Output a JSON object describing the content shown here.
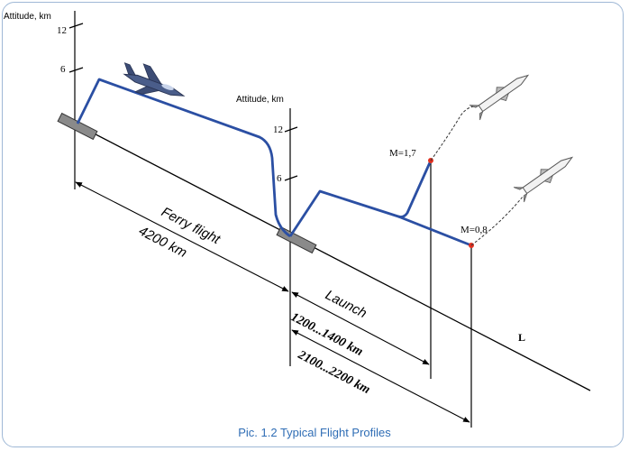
{
  "axis1": {
    "title": "Attitude, km",
    "tick_12": "12",
    "tick_6": "6"
  },
  "axis2": {
    "title": "Attitude, km",
    "tick_12": "12",
    "tick_6": "6"
  },
  "labels": {
    "ferry_flight": "Ferry flight",
    "ferry_distance": "4200 km",
    "launch": "Launch",
    "launch_range_1": "1200...1400 km",
    "launch_range_2": "2100...2200 km",
    "mach_high": "M=1,7",
    "mach_low": "M=0,8",
    "ground_axis": "L"
  },
  "caption": "Pic. 1.2 Typical Flight Profiles",
  "colors": {
    "flight_path": "#2b4fa3",
    "launch_point": "#e03020",
    "caption": "#2f6db5"
  }
}
